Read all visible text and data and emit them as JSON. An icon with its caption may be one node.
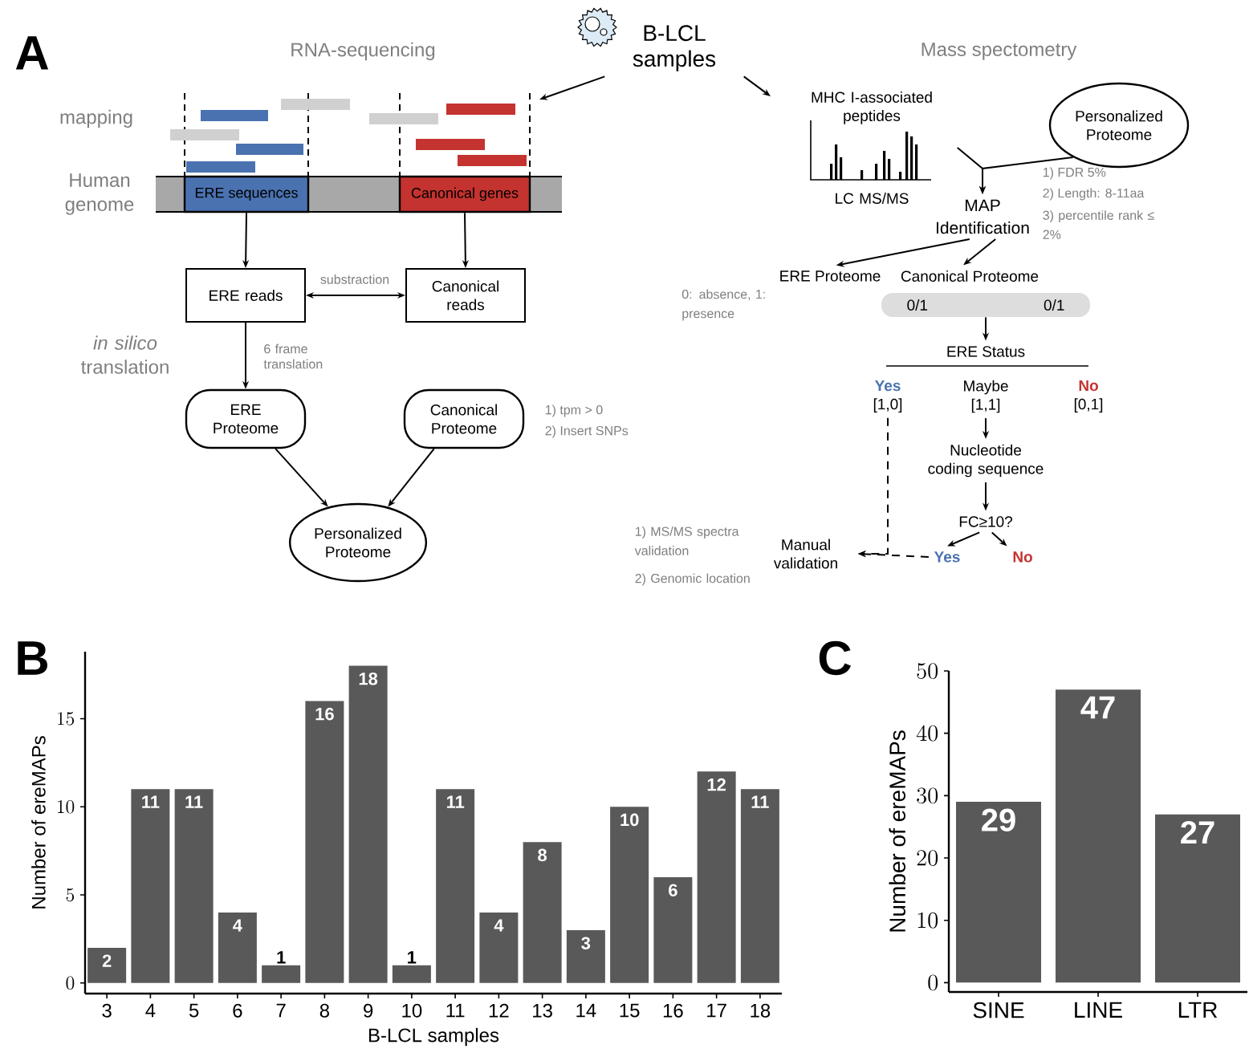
{
  "diagram": {
    "nodes": [
      {
        "text": [
          "B-LCL samples"
        ]
      },
      {
        "text": [
          "ERE sequences"
        ]
      },
      {
        "text": [
          "Canonical genes"
        ]
      },
      {
        "text": [
          "ERE reads"
        ]
      },
      {
        "text": [
          "Canonical reads"
        ]
      },
      {
        "text": [
          "ERE Proteome"
        ]
      },
      {
        "text": [
          "Canonical Proteome"
        ]
      },
      {
        "text": [
          "Personalized Proteome"
        ]
      },
      {
        "text": [
          "MHC I-associated peptides",
          "LC MS/MS"
        ]
      },
      {
        "text": [
          "Personalized Proteome"
        ]
      },
      {
        "text": [
          "MAP Identification"
        ]
      },
      {
        "text": [
          "ERE Proteome"
        ]
      },
      {
        "text": [
          "Canonical Proteome"
        ]
      },
      {
        "text": [
          "0/1",
          "0/1"
        ]
      },
      {
        "text": [
          "ERE Status"
        ]
      },
      {
        "text": [
          "Yes",
          "[1,0]"
        ]
      },
      {
        "text": [
          "Maybe",
          "[1,1]"
        ]
      },
      {
        "text": [
          "No",
          "[0,1]"
        ]
      },
      {
        "text": [
          "Nucleotide coding sequence"
        ]
      },
      {
        "text": [
          "FC≥10?"
        ]
      },
      {
        "text": [
          "Yes"
        ]
      },
      {
        "text": [
          "No"
        ]
      },
      {
        "text": [
          "Manual validation"
        ]
      }
    ],
    "edges": [
      {
        "from": 0,
        "to": null,
        "arrow": "to"
      },
      {
        "from": 0,
        "to": null,
        "arrow": "to"
      },
      {
        "from": 1,
        "to": 3,
        "arrow": "to"
      },
      {
        "from": 2,
        "to": 4,
        "arrow": "to"
      },
      {
        "from": 3,
        "to": 4,
        "arrow": "both",
        "label": "substraction"
      },
      {
        "from": 3,
        "to": 5,
        "arrow": "to",
        "label": "6 frame translation"
      },
      {
        "from": 5,
        "to": 7,
        "arrow": "to"
      },
      {
        "from": 6,
        "to": 7,
        "arrow": "to"
      },
      {
        "from": 8,
        "to": 10,
        "arrow": "to"
      },
      {
        "from": 9,
        "to": 10,
        "arrow": "to"
      },
      {
        "from": 10,
        "to": 11,
        "arrow": "to"
      },
      {
        "from": 10,
        "to": 12,
        "arrow": "to"
      },
      {
        "from": 13,
        "to": 14,
        "arrow": "to"
      },
      {
        "from": 16,
        "to": 18,
        "arrow": "to"
      },
      {
        "from": 18,
        "to": 19,
        "arrow": "to"
      },
      {
        "from": 19,
        "to": 20,
        "arrow": "to"
      },
      {
        "from": 19,
        "to": 21,
        "arrow": "to"
      },
      {
        "from": 15,
        "to": 22,
        "arrow": "to",
        "style": "dashed"
      },
      {
        "from": 20,
        "to": 22,
        "arrow": "to",
        "style": "dashed"
      }
    ],
    "labels": [
      "A",
      "RNA-sequencing",
      "Mass spectometry",
      "mapping",
      "Human genome",
      "*in silico* translation",
      "1) tpm > 0",
      "2) Insert SNPs",
      "1) FDR 5%",
      "2) Length: 8-11aa",
      "3) percentile rank ≤ 2%",
      "0: absence, 1: presence",
      "1) MS/MS spectra validation",
      "2) Genomic location",
      "B",
      "C"
    ],
    "chart_data": [
      {
        "type": "bar",
        "xlabel": "B-LCL samples",
        "ylabel": "Number of ereMAPs",
        "categories": [
          "3",
          "4",
          "5",
          "6",
          "7",
          "8",
          "9",
          "10",
          "11",
          "12",
          "13",
          "14",
          "15",
          "16",
          "17",
          "18"
        ],
        "series": [
          {
            "color": "#595959",
            "values": [
              2,
              11,
              11,
              4,
              1,
              16,
              18,
              1,
              11,
              4,
              8,
              3,
              10,
              6,
              12,
              11
            ]
          }
        ],
        "ylim": [
          -0.6,
          18.8
        ],
        "yticks": [
          0,
          5,
          10,
          15
        ],
        "data_labels": true
      },
      {
        "type": "bar",
        "ylabel": "Number of ereMAPs",
        "categories": [
          "SINE",
          "LINE",
          "LTR"
        ],
        "series": [
          {
            "color": "#595959",
            "values": [
              29,
              47,
              27
            ]
          }
        ],
        "ylim": [
          -1.5,
          50
        ],
        "yticks": [
          0,
          10,
          20,
          30,
          40,
          50
        ],
        "data_labels": true
      }
    ]
  }
}
